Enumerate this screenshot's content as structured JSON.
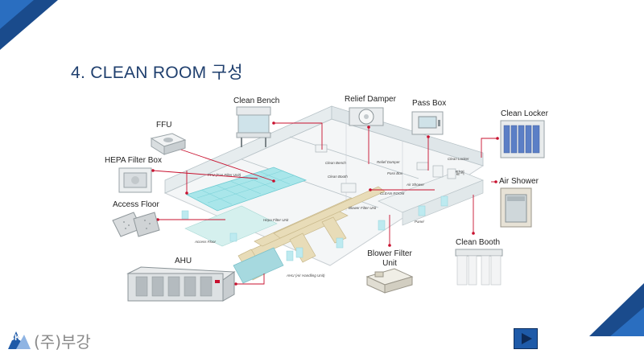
{
  "slide": {
    "title": "4. CLEAN ROOM 구성"
  },
  "labels": {
    "clean_bench": "Clean Bench",
    "relief_damper": "Relief Damper",
    "pass_box": "Pass Box",
    "clean_locker": "Clean Locker",
    "ffu": "FFU",
    "hepa_filter_box": "HEPA Filter Box",
    "air_shower": "Air Shower",
    "access_floor": "Access Floor",
    "ahu": "AHU",
    "blower_filter_unit": "Blower Filter Unit",
    "clean_booth": "Clean Booth"
  },
  "diagram_callouts": {
    "ffu_fan_filter_unit": "FFU (Fan Filter Unit)",
    "clean_bench": "Clean Bench",
    "relief_damper": "Relief Damper",
    "clean_locker": "Clean Locker",
    "pass_box": "Pass Box",
    "clean_booth": "Clean Booth",
    "air_shower": "Air Shower",
    "clean_room": "CLEAN ROOM",
    "hepa_filter_unit": "Hepa Filter Unit",
    "blower_filter_unit": "Blower Filter Unit",
    "panel": "Panel",
    "access_floor": "Access Floor",
    "ahu_air_handling_unit": "AHU (Air Handling Unit)",
    "korean_room_tag": "탈의"
  },
  "logo": {
    "mark": "BK",
    "text": "(주)부강"
  },
  "colors": {
    "title": "#1f3f6e",
    "corner": "#1a4b8c",
    "leader": "#c8102e",
    "nav": "#1e5aa8"
  },
  "nav": {
    "icon": "play-next-icon"
  }
}
